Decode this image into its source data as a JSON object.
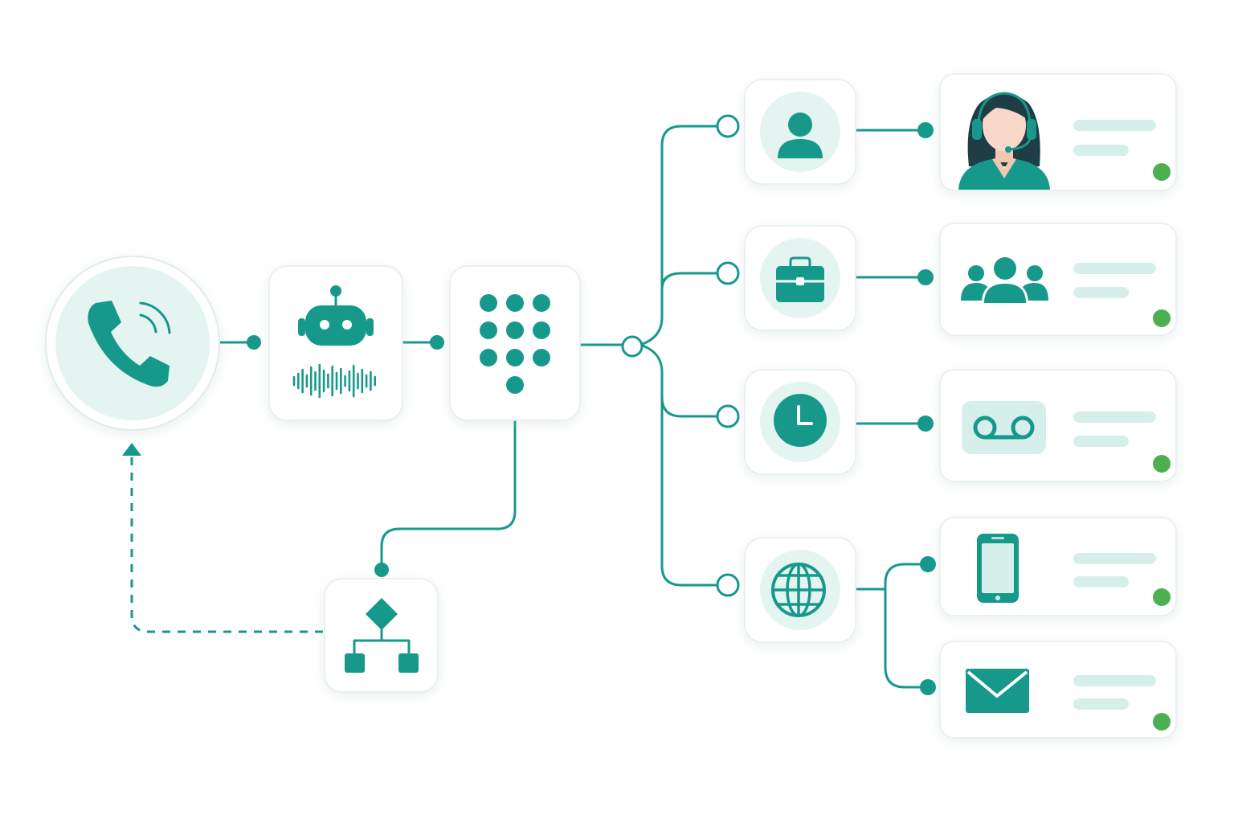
{
  "colors": {
    "teal": "#16998a",
    "teal_dark": "#0f8478",
    "teal_soft": "#e4f4f1",
    "pill": "#d7efea",
    "status_online": "#4caf50",
    "card_border": "#e6eeee"
  },
  "nodes": {
    "incoming_call": {
      "icon": "phone-icon"
    },
    "ai_voice_bot": {
      "icon": "robot-icon"
    },
    "ivr_keypad": {
      "icon": "keypad-icon"
    },
    "flow_logic": {
      "icon": "flowchart-icon"
    },
    "route_person": {
      "icon": "person-icon"
    },
    "route_business": {
      "icon": "briefcase-icon"
    },
    "route_time": {
      "icon": "clock-icon"
    },
    "route_web": {
      "icon": "globe-icon"
    }
  },
  "destinations": [
    {
      "icon": "agent-headset-avatar",
      "status": "online"
    },
    {
      "icon": "team-group-icon",
      "status": "online"
    },
    {
      "icon": "voicemail-icon",
      "status": "online"
    },
    {
      "icon": "mobile-phone-icon",
      "status": "online"
    },
    {
      "icon": "email-icon",
      "status": "online"
    }
  ]
}
